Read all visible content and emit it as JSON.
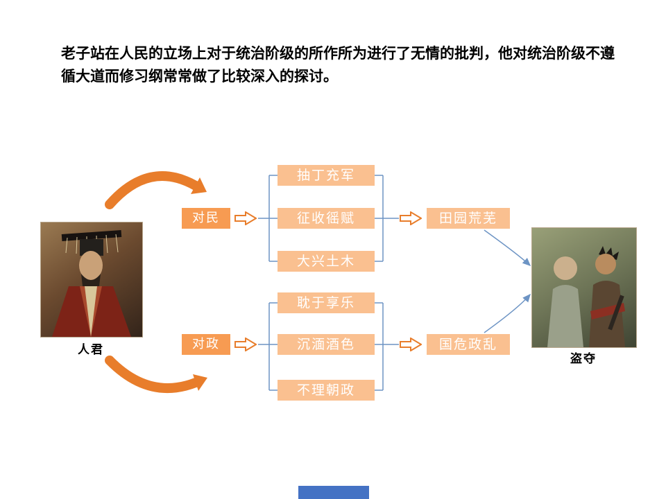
{
  "slide": {
    "title": "老子站在人民的立场上对于统治阶级的所作所为进行了无情的批判，他对统治阶级不遵循大道而修习纲常常做了比较深入的探讨。"
  },
  "diagram": {
    "left_figure": {
      "label": "人君"
    },
    "right_figure": {
      "label": "盗夺"
    },
    "branches": [
      {
        "category": "对民",
        "items": [
          "抽丁充军",
          "征收徭赋",
          "大兴土木"
        ],
        "result": "田园荒芜"
      },
      {
        "category": "对政",
        "items": [
          "耽于享乐",
          "沉湎酒色",
          "不理朝政"
        ],
        "result": "国危政乱"
      }
    ]
  },
  "colors": {
    "item_box_fill": "#FAC090",
    "category_box_fill": "#F79B52",
    "box_text": "#FFFFFF",
    "flow_arrow_orange": "#E87D2B",
    "connector_blue": "#6D94C4",
    "footer_bar_blue": "#4472C4"
  }
}
